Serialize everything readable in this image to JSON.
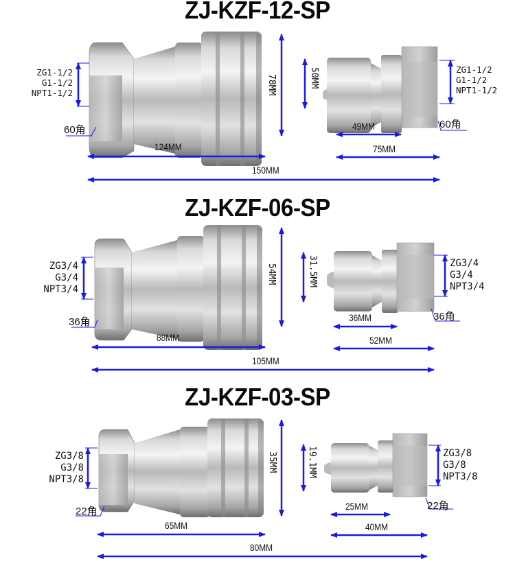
{
  "figure": {
    "type": "dimension-diagram",
    "subject": "Hydraulic quick coupling (socket + plug) dimensions",
    "colors": {
      "dimension_lines": "#1a1ae6",
      "text": "#111111",
      "metal_light": "#e6e6e6",
      "metal_dark": "#7a7a7a"
    }
  },
  "sections": [
    {
      "title": "ZJ-KZF-12-SP",
      "socket": {
        "thread_labels": [
          "ZG1-1/2",
          "G1-1/2",
          "NPT1-1/2"
        ],
        "hex_label": "60角",
        "length_label": "124MM",
        "diameter_label": "78MM"
      },
      "plug": {
        "thread_labels": [
          "ZG1-1/2",
          "G1-1/2",
          "NPT1-1/2"
        ],
        "hex_label": "60角",
        "body_length_label": "49MM",
        "length_label": "75MM",
        "diameter_label": "50MM"
      },
      "total_length_label": "150MM"
    },
    {
      "title": "ZJ-KZF-06-SP",
      "socket": {
        "thread_labels": [
          "ZG3/4",
          "G3/4",
          "NPT3/4"
        ],
        "hex_label": "36角",
        "length_label": "88MM",
        "diameter_label": "54MM"
      },
      "plug": {
        "thread_labels": [
          "ZG3/4",
          "G3/4",
          "NPT3/4"
        ],
        "hex_label": "36角",
        "body_length_label": "36MM",
        "length_label": "52MM",
        "diameter_label": "31.5MM"
      },
      "total_length_label": "105MM"
    },
    {
      "title": "ZJ-KZF-03-SP",
      "socket": {
        "thread_labels": [
          "ZG3/8",
          "G3/8",
          "NPT3/8"
        ],
        "hex_label": "22角",
        "length_label": "65MM",
        "diameter_label": "35MM"
      },
      "plug": {
        "thread_labels": [
          "ZG3/8",
          "G3/8",
          "NPT3/8"
        ],
        "hex_label": "22角",
        "body_length_label": "25MM",
        "length_label": "40MM",
        "diameter_label": "19.1MM"
      },
      "total_length_label": "80MM"
    }
  ]
}
